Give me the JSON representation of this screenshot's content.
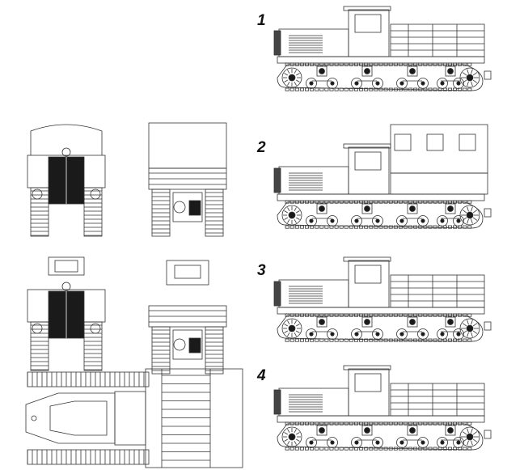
{
  "figure": {
    "background": "#ffffff",
    "line_color": "#333333",
    "dark_fill": "#1a1a1a",
    "views": [
      {
        "label": "1",
        "description_icon": "tractor-side-view-open-cargo"
      },
      {
        "label": "2",
        "description_icon": "tractor-side-view-covered-cargo"
      },
      {
        "label": "3",
        "description_icon": "tractor-side-view-variant"
      },
      {
        "label": "4",
        "description_icon": "tractor-side-view-late"
      }
    ],
    "other_views": [
      "front-view-covered",
      "rear-view-covered",
      "front-view-open",
      "rear-view-open",
      "top-view"
    ]
  }
}
